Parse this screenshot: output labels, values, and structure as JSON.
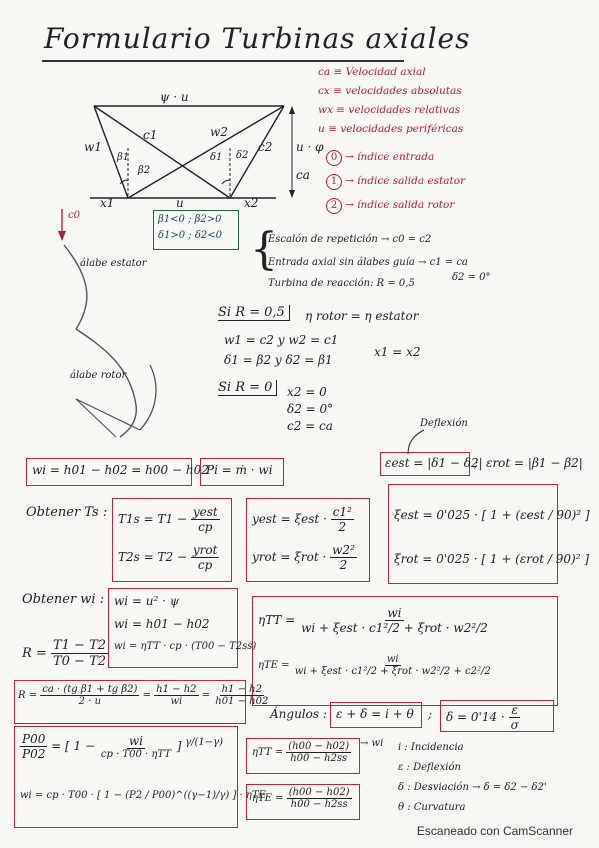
{
  "title": "Formulario Turbinas axiales",
  "diagram": {
    "top_label": "ψ · u",
    "w1": "w1",
    "c1": "c1",
    "w2": "w2",
    "c2": "c2",
    "beta1": "β1",
    "beta2": "β2",
    "delta1": "δ1",
    "delta2": "δ2",
    "x1": "x1",
    "u": "u",
    "x2": "x2",
    "side_label": "u · φ",
    "ca": "ca",
    "signs_1": "β1<0 ; β2>0",
    "signs_2": "δ1>0 ; δ2<0"
  },
  "definitions": [
    "ca ≡ Velocidad axial",
    "cx ≡ velocidades absolutas",
    "wx ≡ velocidades relativas",
    "u ≡ velocidades periféricas"
  ],
  "indices": [
    {
      "num": "0",
      "text": "→ índice entrada"
    },
    {
      "num": "1",
      "text": "→ índice salida estator"
    },
    {
      "num": "2",
      "text": "→ índice salida rotor"
    }
  ],
  "blade_sketch": {
    "c0": "c0",
    "stator": "álabe estator",
    "rotor": "álabe rotor"
  },
  "cases": [
    "Escalón de repetición → c0 = c2",
    "Entrada axial sin álabes guía → c1 = ca",
    "δ2 = 0°",
    "Turbina de reacción: R = 0,5"
  ],
  "r05": {
    "label": "Si R = 0,5",
    "eta": "η rotor = η estator",
    "rel1": "w1 = c2  y  w2 = c1",
    "rel2": "δ1 = β2  y  δ2 = β1",
    "rel3": "x1 = x2"
  },
  "r0": {
    "label": "Si R = 0",
    "rel1": "x2 = 0",
    "rel2": "δ2 = 0°",
    "rel3": "c2 = ca"
  },
  "deflexion": {
    "note": "Deflexión",
    "est": "εest = |δ1 − δ2|",
    "rot": "εrot = |β1 − β2|",
    "sep": ";"
  },
  "work": {
    "wi": "wi = h01 − h02 = h00 − h02",
    "pi": "Pi = ṁ · wi"
  },
  "obtener_ts": {
    "label": "Obtener Ts :",
    "t1s_lhs": "T1s = T1 −",
    "t1s_num": "yest",
    "t1s_den": "cp",
    "t2s_lhs": "T2s = T2 −",
    "t2s_num": "yrot",
    "t2s_den": "cp",
    "yest_lhs": "yest = ξest ·",
    "yest_num": "c1²",
    "yest_den": "2",
    "yrot_lhs": "yrot = ξrot ·",
    "yrot_num": "w2²",
    "yrot_den": "2",
    "xiest": "ξest = 0'025 · [ 1 + (εest / 90)² ]",
    "xirot": "ξrot = 0'025 · [ 1 + (εrot / 90)² ]"
  },
  "obtener_wi": {
    "label": "Obtener wi :",
    "l1": "wi = u² · ψ",
    "l2": "wi = h01 − h02",
    "l3": "wi = ηTT · cp · (T00 − T2ss)"
  },
  "r_def": {
    "lhs": "R =",
    "num": "T1 − T2",
    "den": "T0 − T2"
  },
  "eta_tt": {
    "lhs": "ηTT =",
    "num": "wi",
    "den": "wi + ξest · c1²/2 + ξrot · w2²/2"
  },
  "eta_te": {
    "lhs": "ηTE =",
    "num": "wi",
    "den": "wi + ξest · c1²/2 + ξrot · w2²/2 + c2²/2"
  },
  "r_angles": {
    "lhs": "R =",
    "f1_num": "ca · (tg β1 + tg β2)",
    "f1_den": "2 · u",
    "f2_num": "h1 − h2",
    "f2_den": "wi",
    "f3_num": "h1 − h2",
    "f3_den": "h01 − h02"
  },
  "angulos": {
    "label": "Ángulos :",
    "eq1": "ε + δ = i + θ",
    "sep": ";",
    "eq2_lhs": "δ = 0'14 ·",
    "eq2_num": "ε",
    "eq2_den": "σ"
  },
  "pressure": {
    "lhs_num": "P00",
    "lhs_den": "P02",
    "mid": "= [ 1 −",
    "f_num": "wi",
    "f_den": "cp · T00 · ηTT",
    "exp": "γ/(1−γ)",
    "wi_line": "wi = cp · T00 · [ 1 − (P2 / P00)^((γ−1)/γ) ] · ηTE"
  },
  "eta_iso": {
    "tt_lhs": "ηTT =",
    "tt_num": "(h00 − h02)",
    "tt_den": "h00 − h2ss",
    "arrow": "→ wi",
    "te_lhs": "ηTE =",
    "te_num": "(h00 − h02)",
    "te_den": "h00 − h2ss"
  },
  "legend": [
    "i : Incidencia",
    "ε : Deflexión",
    "δ : Desviación → δ = δ2 − δ2'",
    "θ : Curvatura"
  ],
  "footer": "Escaneado con CamScanner"
}
